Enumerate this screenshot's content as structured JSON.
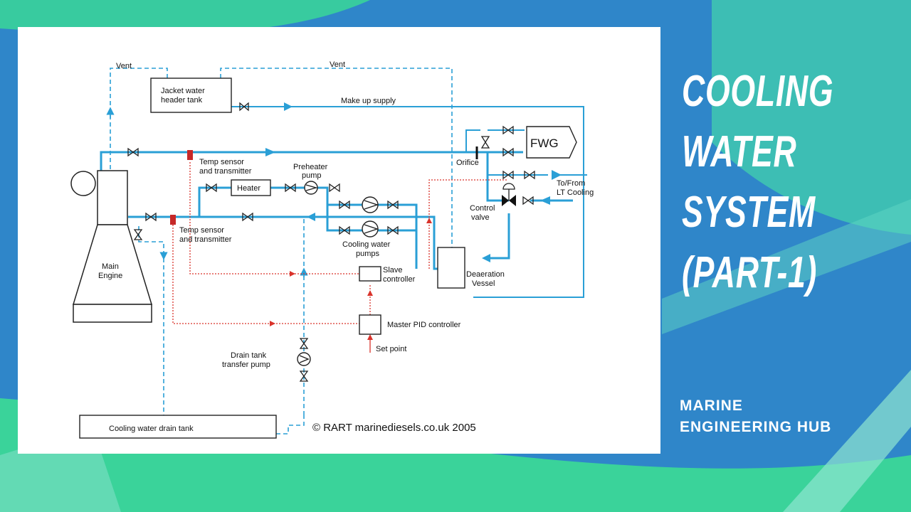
{
  "title_lines": [
    "COOLING",
    "WATER",
    "SYSTEM",
    "(PART-1)"
  ],
  "brand_lines": [
    "MARINE",
    "ENGINEERING HUB"
  ],
  "colors": {
    "pipe": "#2a9fd6",
    "signal": "#d9332b",
    "text": "#111111",
    "accent_green": "#3ad39a",
    "accent_blue": "#2f86c9"
  },
  "diagram": {
    "labels": {
      "vent_left": "Vent",
      "vent_right": "Vent",
      "header_tank": [
        "Jacket water",
        "header tank"
      ],
      "make_up_supply": "Make up supply",
      "fwg": "FWG",
      "orifice": "Orifice",
      "to_from": [
        "To/From",
        "LT Cooling"
      ],
      "temp_sensor_top": [
        "Temp sensor",
        "and transmitter"
      ],
      "preheater_pump": [
        "Preheater",
        "pump"
      ],
      "heater": "Heater",
      "control_valve": [
        "Control",
        "valve"
      ],
      "temp_sensor_bottom": [
        "Temp sensor",
        "and transmitter"
      ],
      "cooling_water_pumps": [
        "Cooling water",
        "pumps"
      ],
      "main_engine": [
        "Main",
        "Engine"
      ],
      "slave_controller": [
        "Slave",
        "controller"
      ],
      "deaeration_vessel": [
        "Deaeration",
        "Vessel"
      ],
      "master_pid": "Master PID controller",
      "set_point": "Set point",
      "drain_pump": [
        "Drain tank",
        "transfer pump"
      ],
      "drain_tank": "Cooling water drain tank",
      "copyright": "© RART marinediesels.co.uk 2005"
    }
  }
}
